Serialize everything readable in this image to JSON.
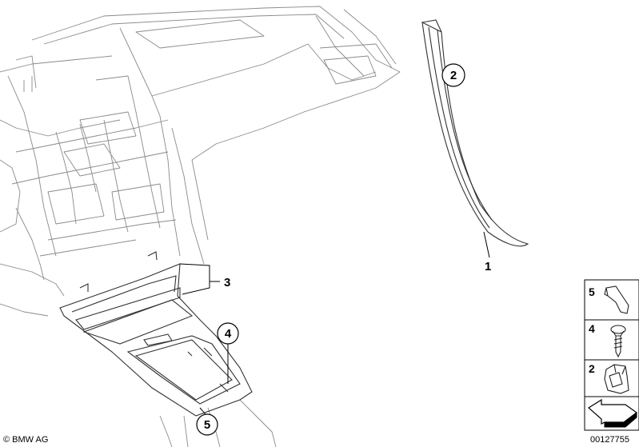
{
  "callouts": {
    "c1": "1",
    "c2": "2",
    "c3": "3",
    "c4": "4",
    "c5": "5"
  },
  "legend": {
    "item5": "5",
    "item4": "4",
    "item2": "2"
  },
  "footer": {
    "copyright": "© BMW AG",
    "part_number": "00127755"
  }
}
